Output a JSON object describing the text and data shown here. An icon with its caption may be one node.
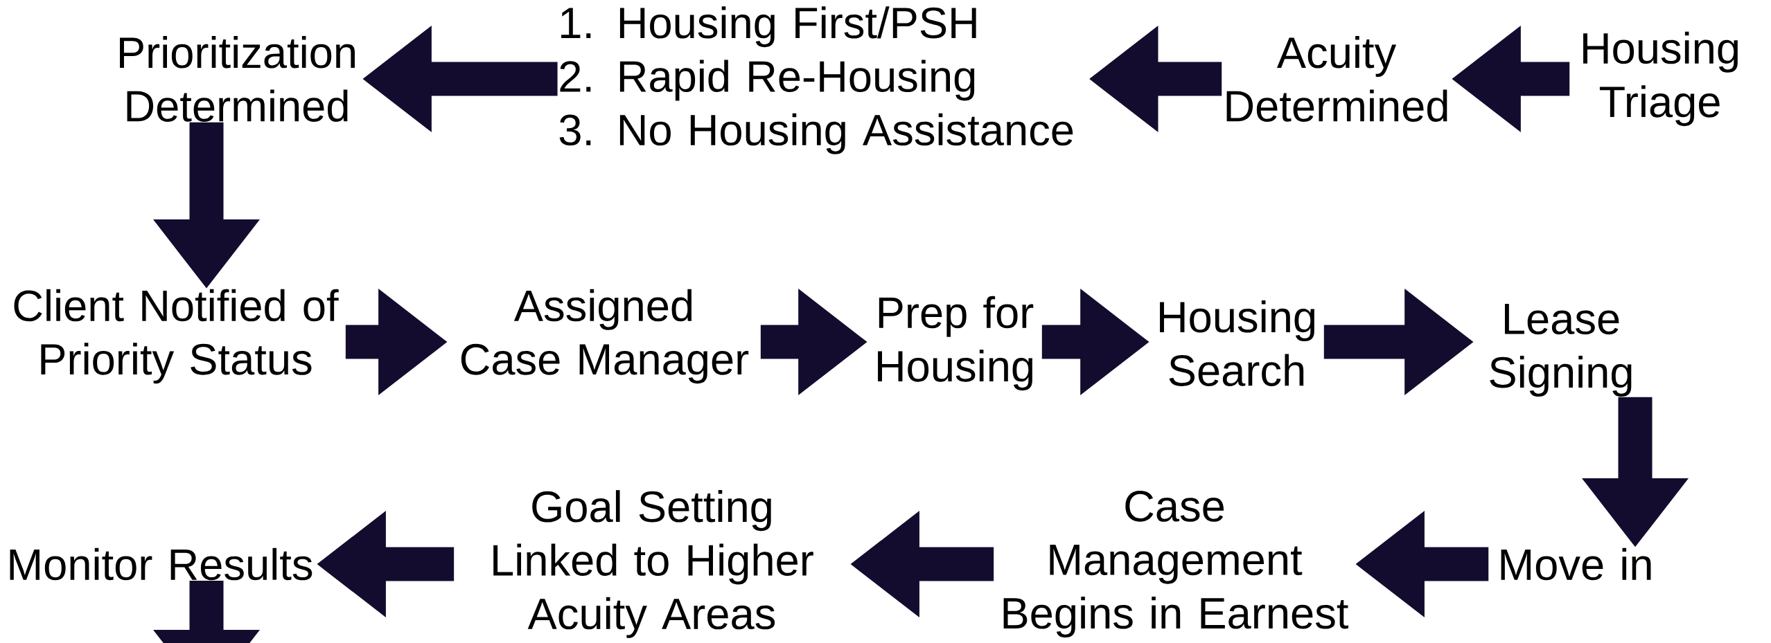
{
  "diagram": {
    "nodes": [
      {
        "text": [
          "Housing Triage"
        ]
      },
      {
        "text": [
          "Acuity Determined"
        ]
      },
      {
        "text": [
          "1. Housing First/PSH",
          "2. Rapid Re-Housing",
          "3. No Housing Assistance"
        ]
      },
      {
        "text": [
          "Prioritization Determined"
        ]
      },
      {
        "text": [
          "Client Notified of Priority Status"
        ]
      },
      {
        "text": [
          "Assigned Case Manager"
        ]
      },
      {
        "text": [
          "Prep for Housing"
        ]
      },
      {
        "text": [
          "Housing Search"
        ]
      },
      {
        "text": [
          "Lease Signing"
        ]
      },
      {
        "text": [
          "Move in"
        ]
      },
      {
        "text": [
          "Case Management Begins in Earnest"
        ]
      },
      {
        "text": [
          "Goal Setting Linked to Higher Acuity Areas"
        ]
      },
      {
        "text": [
          "Monitor Results"
        ]
      }
    ],
    "edges": [
      {
        "from": 0,
        "to": 1,
        "arrow": "to"
      },
      {
        "from": 1,
        "to": 2,
        "arrow": "to"
      },
      {
        "from": 2,
        "to": 3,
        "arrow": "to"
      },
      {
        "from": 3,
        "to": 4,
        "arrow": "to"
      },
      {
        "from": 4,
        "to": 5,
        "arrow": "to"
      },
      {
        "from": 5,
        "to": 6,
        "arrow": "to"
      },
      {
        "from": 6,
        "to": 7,
        "arrow": "to"
      },
      {
        "from": 7,
        "to": 8,
        "arrow": "to"
      },
      {
        "from": 8,
        "to": 9,
        "arrow": "to"
      },
      {
        "from": 9,
        "to": 10,
        "arrow": "to"
      },
      {
        "from": 10,
        "to": 11,
        "arrow": "to"
      },
      {
        "from": 11,
        "to": 12,
        "arrow": "to"
      },
      {
        "from": 12,
        "to": null,
        "arrow": "to"
      }
    ]
  }
}
